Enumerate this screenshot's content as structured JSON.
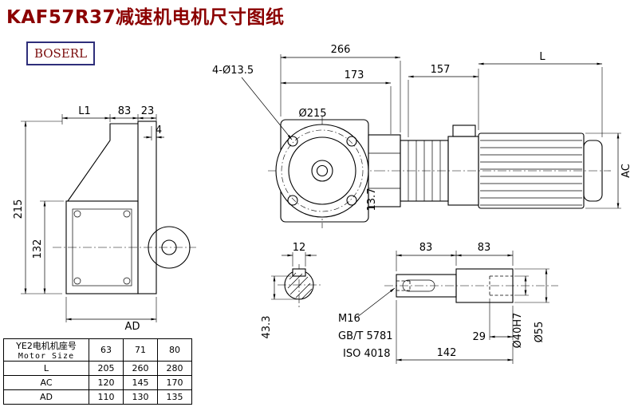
{
  "title": "KAF57R37减速机电机尺寸图纸",
  "logo": "BOSERL",
  "colors": {
    "title_text": "#8b0000",
    "logo_text": "#7a0c0c",
    "logo_border": "#2e2e7a",
    "line_color": "#000000"
  },
  "front_view": {
    "dim_overall_width": "266",
    "dim_flange_width": "173",
    "holes_callout": "4-Ø13.5",
    "flange_diameter": "Ø215"
  },
  "side_view": {
    "dim_gear_unit_length": "157",
    "dim_motor_length": "L",
    "dim_motor_diameter": "AC",
    "dim_flange_offset": "13.7"
  },
  "left_view": {
    "dim_l1": "L1",
    "dim_top_83": "83",
    "dim_top_23": "23",
    "dim_top_4": "4",
    "dim_height_215": "215",
    "dim_height_132": "132",
    "dim_ad": "AD"
  },
  "shaft_section": {
    "dim_key_width_12": "12",
    "dim_43_3": "43.3"
  },
  "shaft_detail": {
    "dim_83_left": "83",
    "dim_83_right": "83",
    "thread_label": "M16",
    "standard_gb": "GB/T 5781",
    "standard_iso": "ISO 4018",
    "dim_29": "29",
    "dim_142": "142",
    "dim_bore": "Ø40H7",
    "dim_shaft_dia": "Ø55"
  },
  "table": {
    "header_cn": "YE2电机机座号",
    "header_en": "Motor Size",
    "frame_sizes": [
      "63",
      "71",
      "80"
    ],
    "rows": [
      {
        "label": "L",
        "values": [
          "205",
          "260",
          "280"
        ]
      },
      {
        "label": "AC",
        "values": [
          "120",
          "145",
          "170"
        ]
      },
      {
        "label": "AD",
        "values": [
          "110",
          "130",
          "135"
        ]
      }
    ]
  }
}
